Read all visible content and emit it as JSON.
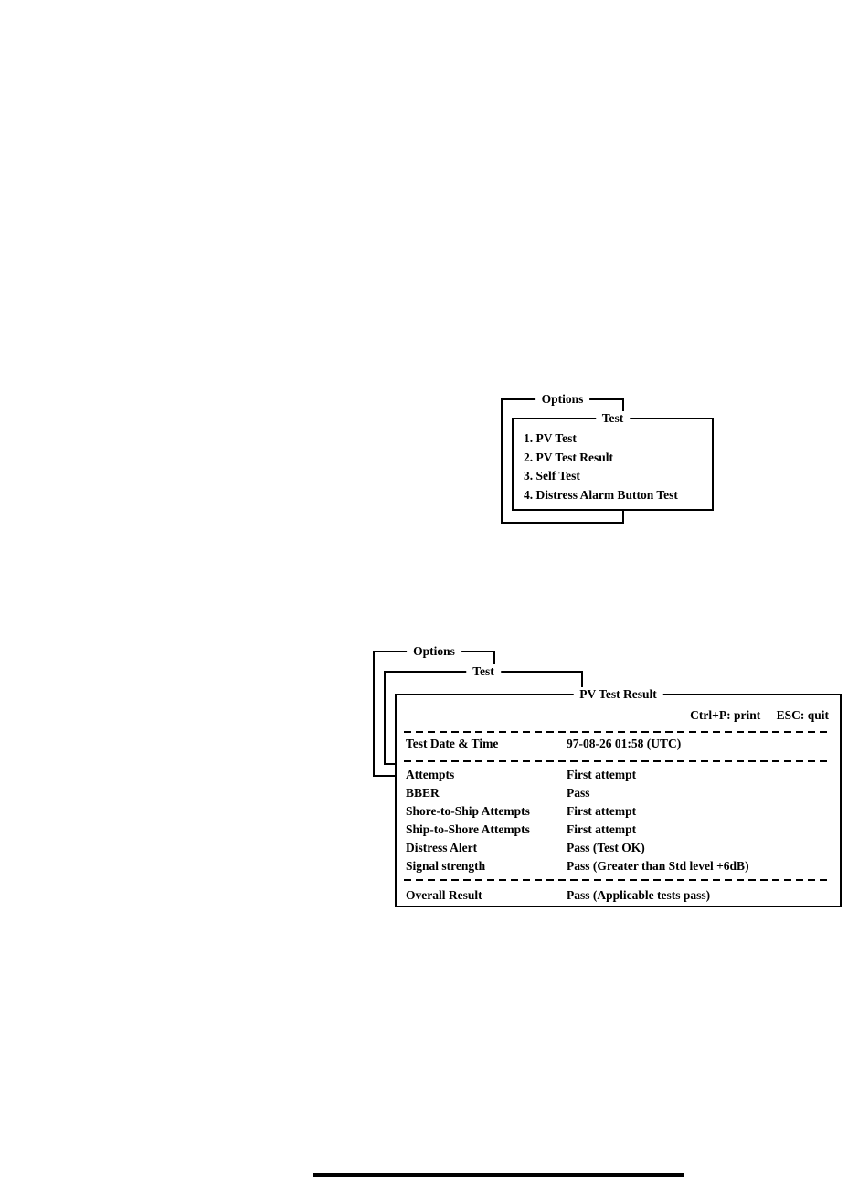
{
  "test_menu": {
    "outer_label": "Options",
    "inner_label": "Test",
    "items": [
      "1. PV Test",
      "2. PV Test Result",
      "3. Self Test",
      "4. Distress Alarm Button Test"
    ]
  },
  "pv_test_result": {
    "outer_label": "Options",
    "inner_label": "Test",
    "title": "PV Test Result",
    "shortcuts": {
      "print_hint": "Ctrl+P: print",
      "quit_hint": "ESC: quit"
    },
    "date_row": {
      "label": "Test Date & Time",
      "value": "97-08-26 01:58 (UTC)"
    },
    "rows": [
      {
        "label": "Attempts",
        "value": "First attempt"
      },
      {
        "label": "BBER",
        "value": "Pass"
      },
      {
        "label": "Shore-to-Ship Attempts",
        "value": "First attempt"
      },
      {
        "label": "Ship-to-Shore Attempts",
        "value": "First attempt"
      },
      {
        "label": "Distress Alert",
        "value": "Pass (Test OK)"
      },
      {
        "label": "Signal strength",
        "value": "Pass (Greater than Std level +6dB)"
      }
    ],
    "overall_row": {
      "label": "Overall Result",
      "value": "Pass (Applicable tests pass)"
    }
  },
  "colors": {
    "ink": "#000000",
    "paper": "#ffffff"
  }
}
